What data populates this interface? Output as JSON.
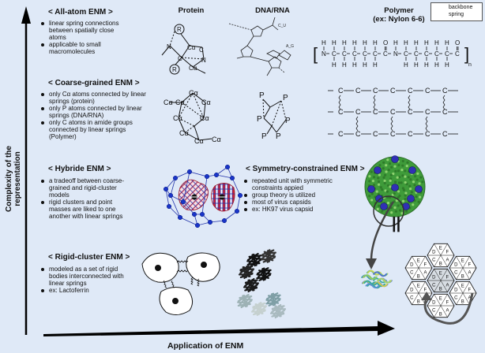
{
  "columns": {
    "protein": "Protein",
    "dna": "DNA/RNA",
    "polymer_title": "Polymer",
    "polymer_sub": "(ex: Nylon 6-6)"
  },
  "legend": {
    "backbone": "backbone",
    "spring": "spring"
  },
  "sections": {
    "allatom": {
      "title": "< All-atom ENM >",
      "bullets": [
        "linear spring connections between spatially close atoms",
        "applicable to small macromolecules"
      ]
    },
    "coarse": {
      "title": "< Coarse-grained ENM >",
      "bullets": [
        "only Cα atoms connected by linear springs (protein)",
        "only P atoms connected by linear springs (DNA/RNA)",
        "only C atoms in amide groups connected by linear springs (Polymer)"
      ]
    },
    "hybride": {
      "title": "< Hybride ENM >",
      "bullets": [
        "a tradeoff between coarse-grained and rigid-cluster models",
        "rigid clusters and point masses are liked to one another with linear springs"
      ]
    },
    "symmetry": {
      "title": "< Symmetry-constrained ENM >",
      "bullets": [
        "repeated unit with symmetric constraints appied",
        "group theory is utilized",
        "most of virus capsids",
        "ex: HK97 virus capsid"
      ]
    },
    "rigid": {
      "title": "< Rigid-cluster ENM >",
      "bullets": [
        "modeled as a set of rigid bodies interconnected with linear springs",
        "ex: Lactoferrin"
      ]
    }
  },
  "axes": {
    "y": "Complexity of the representation",
    "x": "Application of ENM"
  },
  "labels": {
    "r": "R",
    "ca": "Cα",
    "n": "N",
    "c": "C",
    "p": "P",
    "h": "H",
    "o": "O",
    "n_sub": "n",
    "cu": "C_U",
    "ag": "A_G",
    "plus": "+",
    "parallel": "||",
    "hex_letters": [
      "A",
      "B",
      "C",
      "D",
      "E",
      "F"
    ]
  }
}
